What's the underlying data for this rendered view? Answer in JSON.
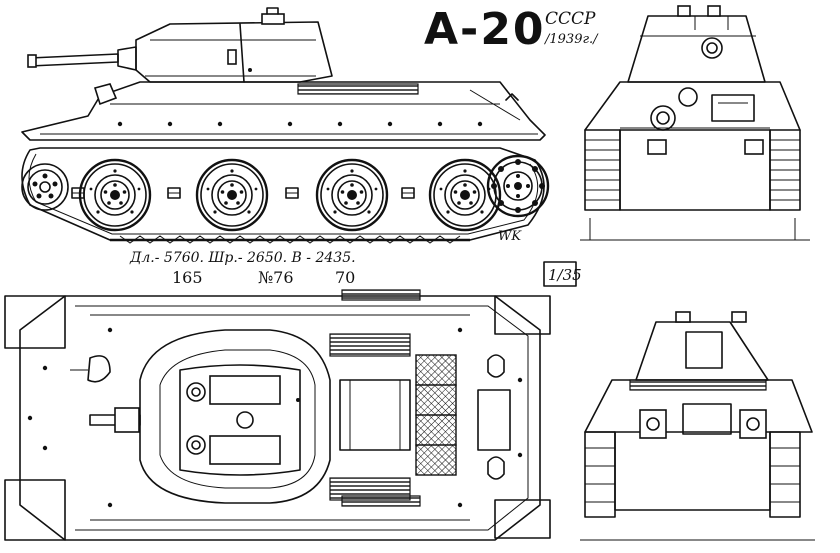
{
  "title": {
    "model": "А-20",
    "country": "СССР",
    "year": "/1939г./"
  },
  "dimensions": {
    "line": "Дл.- 5760. Шр.- 2650. В - 2435.",
    "scaled": [
      "165",
      "№76",
      "70"
    ]
  },
  "scale": "1/35",
  "signature": "WK"
}
